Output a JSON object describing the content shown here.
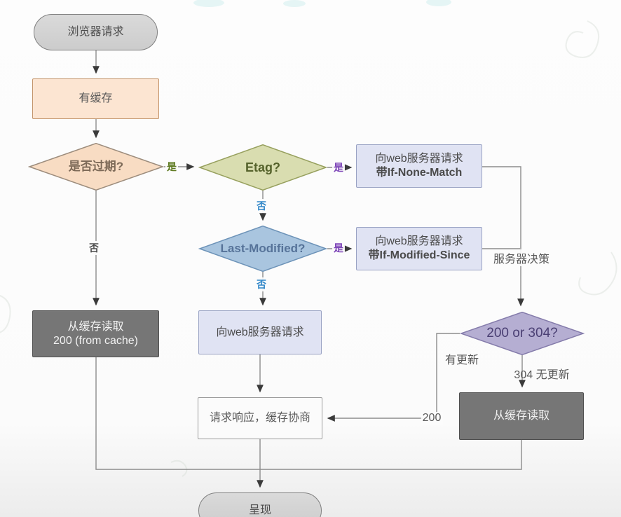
{
  "diagram": {
    "title_domain": "browser-cache-flowchart",
    "nodes": {
      "start": {
        "label": "浏览器请求"
      },
      "has_cache": {
        "label": "有缓存"
      },
      "expired": {
        "label": "是否过期?"
      },
      "etag": {
        "label": "Etag?"
      },
      "if_none_match": {
        "line1": "向web服务器请求",
        "line2": "带If-None-Match"
      },
      "last_modified": {
        "label": "Last-Modified?"
      },
      "if_modified_since": {
        "line1": "向web服务器请求",
        "line2": "带If-Modified-Since"
      },
      "web_request": {
        "label": "向web服务器请求"
      },
      "read_cache_200": {
        "line1": "从缓存读取",
        "line2": "200 (from cache)"
      },
      "response": {
        "label": "请求响应，缓存协商"
      },
      "status_code": {
        "label": "200 or 304?"
      },
      "read_cache": {
        "label": "从缓存读取"
      },
      "render": {
        "label": "呈现"
      }
    },
    "edge_labels": {
      "yes_expired": "是",
      "yes_etag": "是",
      "no_etag": "否",
      "yes_last_modified": "是",
      "no_last_modified": "否",
      "no_expired": "否",
      "server_decision": "服务器决策",
      "has_update": "有更新",
      "no_update_304": "304 无更新",
      "code_200": "200"
    },
    "colors": {
      "peach_fill": "#fce5d2",
      "peach_diamond_fill": "#f8dcc3",
      "olive_diamond_fill": "#d9ddb0",
      "blue_diamond_fill": "#a9c5df",
      "purple_diamond_fill": "#b5aed2",
      "lavender_box_fill": "#e0e3f3",
      "dark_box_fill": "#767676",
      "pill_fill": "#d4d4d4",
      "line_color": "#8c8c8c",
      "yes_green": "#5e7a21",
      "yes_purple": "#7d44b8",
      "no_blue": "#2f86c8"
    }
  }
}
